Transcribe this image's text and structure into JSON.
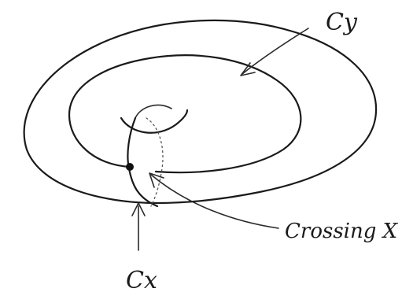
{
  "labels": {
    "cy": "Cy",
    "crossing": "Crossing X",
    "cx": "Cx"
  }
}
